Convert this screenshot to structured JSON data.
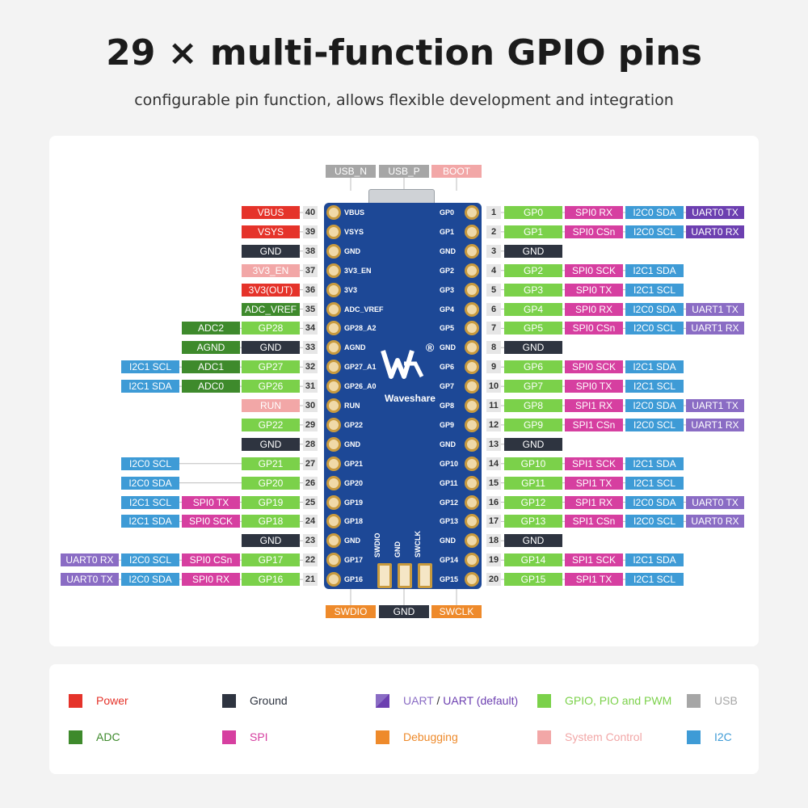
{
  "header": {
    "title": "29 × multi-function GPIO pins",
    "subtitle": "configurable pin function, allows flexible development and integration"
  },
  "colors": {
    "power": "#e5332a",
    "ground": "#2e3440",
    "uart": "#8a6cc4",
    "uart_default": "#6c3fb0",
    "gpio": "#7bd14a",
    "usb": "#a6a6a6",
    "adc": "#3e8a2c",
    "spi": "#d63fa0",
    "debug": "#ee8a2b",
    "system": "#f2a7a7",
    "i2c": "#3e9bd6"
  },
  "top_labels": [
    {
      "text": "USB_N",
      "type": "usb"
    },
    {
      "text": "USB_P",
      "type": "usb"
    },
    {
      "text": "BOOT",
      "type": "system"
    }
  ],
  "bottom_labels": [
    {
      "text": "SWDIO",
      "type": "debug"
    },
    {
      "text": "GND",
      "type": "ground"
    },
    {
      "text": "SWCLK",
      "type": "debug"
    }
  ],
  "board": {
    "brand": "Waveshare",
    "registered": "®",
    "debug_pad_labels": [
      "SWDIO",
      "GND",
      "SWCLK"
    ]
  },
  "left_pins": [
    {
      "num": "40",
      "name": "VBUS",
      "labels": [
        {
          "text": "VBUS",
          "type": "power"
        }
      ]
    },
    {
      "num": "39",
      "name": "VSYS",
      "labels": [
        {
          "text": "VSYS",
          "type": "power"
        }
      ]
    },
    {
      "num": "38",
      "name": "GND",
      "labels": [
        {
          "text": "GND",
          "type": "ground"
        }
      ]
    },
    {
      "num": "37",
      "name": "3V3_EN",
      "labels": [
        {
          "text": "3V3_EN",
          "type": "system"
        }
      ]
    },
    {
      "num": "36",
      "name": "3V3",
      "labels": [
        {
          "text": "3V3(OUT)",
          "type": "power"
        }
      ]
    },
    {
      "num": "35",
      "name": "ADC_VREF",
      "labels": [
        {
          "text": "ADC_VREF",
          "type": "adc"
        }
      ]
    },
    {
      "num": "34",
      "name": "GP28_A2",
      "labels": [
        {
          "text": "GP28",
          "type": "gpio"
        },
        {
          "text": "ADC2",
          "type": "adc"
        }
      ]
    },
    {
      "num": "33",
      "name": "AGND",
      "labels": [
        {
          "text": "GND",
          "type": "ground"
        },
        {
          "text": "AGND",
          "type": "adc"
        }
      ]
    },
    {
      "num": "32",
      "name": "GP27_A1",
      "labels": [
        {
          "text": "GP27",
          "type": "gpio"
        },
        {
          "text": "ADC1",
          "type": "adc"
        },
        {
          "text": "I2C1 SCL",
          "type": "i2c"
        }
      ]
    },
    {
      "num": "31",
      "name": "GP26_A0",
      "labels": [
        {
          "text": "GP26",
          "type": "gpio"
        },
        {
          "text": "ADC0",
          "type": "adc"
        },
        {
          "text": "I2C1 SDA",
          "type": "i2c"
        }
      ]
    },
    {
      "num": "30",
      "name": "RUN",
      "labels": [
        {
          "text": "RUN",
          "type": "system"
        }
      ]
    },
    {
      "num": "29",
      "name": "GP22",
      "labels": [
        {
          "text": "GP22",
          "type": "gpio"
        }
      ]
    },
    {
      "num": "28",
      "name": "GND",
      "labels": [
        {
          "text": "GND",
          "type": "ground"
        }
      ]
    },
    {
      "num": "27",
      "name": "GP21",
      "labels": [
        {
          "text": "GP21",
          "type": "gpio"
        },
        {
          "text": "I2C0 SCL",
          "type": "i2c",
          "skip": true
        }
      ]
    },
    {
      "num": "26",
      "name": "GP20",
      "labels": [
        {
          "text": "GP20",
          "type": "gpio"
        },
        {
          "text": "I2C0 SDA",
          "type": "i2c",
          "skip": true
        }
      ]
    },
    {
      "num": "25",
      "name": "GP19",
      "labels": [
        {
          "text": "GP19",
          "type": "gpio"
        },
        {
          "text": "SPI0 TX",
          "type": "spi"
        },
        {
          "text": "I2C1 SCL",
          "type": "i2c"
        }
      ]
    },
    {
      "num": "24",
      "name": "GP18",
      "labels": [
        {
          "text": "GP18",
          "type": "gpio"
        },
        {
          "text": "SPI0 SCK",
          "type": "spi"
        },
        {
          "text": "I2C1 SDA",
          "type": "i2c"
        }
      ]
    },
    {
      "num": "23",
      "name": "GND",
      "labels": [
        {
          "text": "GND",
          "type": "ground"
        }
      ]
    },
    {
      "num": "22",
      "name": "GP17",
      "labels": [
        {
          "text": "GP17",
          "type": "gpio"
        },
        {
          "text": "SPI0 CSn",
          "type": "spi"
        },
        {
          "text": "I2C0 SCL",
          "type": "i2c"
        },
        {
          "text": "UART0 RX",
          "type": "uart"
        }
      ]
    },
    {
      "num": "21",
      "name": "GP16",
      "labels": [
        {
          "text": "GP16",
          "type": "gpio"
        },
        {
          "text": "SPI0 RX",
          "type": "spi"
        },
        {
          "text": "I2C0 SDA",
          "type": "i2c"
        },
        {
          "text": "UART0 TX",
          "type": "uart"
        }
      ]
    }
  ],
  "right_pins": [
    {
      "num": "1",
      "name": "GP0",
      "labels": [
        {
          "text": "GP0",
          "type": "gpio"
        },
        {
          "text": "SPI0 RX",
          "type": "spi"
        },
        {
          "text": "I2C0 SDA",
          "type": "i2c"
        },
        {
          "text": "UART0 TX",
          "type": "uart_default"
        }
      ]
    },
    {
      "num": "2",
      "name": "GP1",
      "labels": [
        {
          "text": "GP1",
          "type": "gpio"
        },
        {
          "text": "SPI0 CSn",
          "type": "spi"
        },
        {
          "text": "I2C0 SCL",
          "type": "i2c"
        },
        {
          "text": "UART0 RX",
          "type": "uart_default"
        }
      ]
    },
    {
      "num": "3",
      "name": "GND",
      "labels": [
        {
          "text": "GND",
          "type": "ground"
        }
      ]
    },
    {
      "num": "4",
      "name": "GP2",
      "labels": [
        {
          "text": "GP2",
          "type": "gpio"
        },
        {
          "text": "SPI0 SCK",
          "type": "spi"
        },
        {
          "text": "I2C1 SDA",
          "type": "i2c"
        }
      ]
    },
    {
      "num": "5",
      "name": "GP3",
      "labels": [
        {
          "text": "GP3",
          "type": "gpio"
        },
        {
          "text": "SPI0 TX",
          "type": "spi"
        },
        {
          "text": "I2C1 SCL",
          "type": "i2c"
        }
      ]
    },
    {
      "num": "6",
      "name": "GP4",
      "labels": [
        {
          "text": "GP4",
          "type": "gpio"
        },
        {
          "text": "SPI0 RX",
          "type": "spi"
        },
        {
          "text": "I2C0 SDA",
          "type": "i2c"
        },
        {
          "text": "UART1 TX",
          "type": "uart"
        }
      ]
    },
    {
      "num": "7",
      "name": "GP5",
      "labels": [
        {
          "text": "GP5",
          "type": "gpio"
        },
        {
          "text": "SPI0 CSn",
          "type": "spi"
        },
        {
          "text": "I2C0 SCL",
          "type": "i2c"
        },
        {
          "text": "UART1 RX",
          "type": "uart"
        }
      ]
    },
    {
      "num": "8",
      "name": "GND",
      "labels": [
        {
          "text": "GND",
          "type": "ground"
        }
      ]
    },
    {
      "num": "9",
      "name": "GP6",
      "labels": [
        {
          "text": "GP6",
          "type": "gpio"
        },
        {
          "text": "SPI0 SCK",
          "type": "spi"
        },
        {
          "text": "I2C1 SDA",
          "type": "i2c"
        }
      ]
    },
    {
      "num": "10",
      "name": "GP7",
      "labels": [
        {
          "text": "GP7",
          "type": "gpio"
        },
        {
          "text": "SPI0 TX",
          "type": "spi"
        },
        {
          "text": "I2C1 SCL",
          "type": "i2c"
        }
      ]
    },
    {
      "num": "11",
      "name": "GP8",
      "labels": [
        {
          "text": "GP8",
          "type": "gpio"
        },
        {
          "text": "SPI1 RX",
          "type": "spi"
        },
        {
          "text": "I2C0 SDA",
          "type": "i2c"
        },
        {
          "text": "UART1 TX",
          "type": "uart"
        }
      ]
    },
    {
      "num": "12",
      "name": "GP9",
      "labels": [
        {
          "text": "GP9",
          "type": "gpio"
        },
        {
          "text": "SPI1 CSn",
          "type": "spi"
        },
        {
          "text": "I2C0 SCL",
          "type": "i2c"
        },
        {
          "text": "UART1 RX",
          "type": "uart"
        }
      ]
    },
    {
      "num": "13",
      "name": "GND",
      "labels": [
        {
          "text": "GND",
          "type": "ground"
        }
      ]
    },
    {
      "num": "14",
      "name": "GP10",
      "labels": [
        {
          "text": "GP10",
          "type": "gpio"
        },
        {
          "text": "SPI1 SCK",
          "type": "spi"
        },
        {
          "text": "I2C1 SDA",
          "type": "i2c"
        }
      ]
    },
    {
      "num": "15",
      "name": "GP11",
      "labels": [
        {
          "text": "GP11",
          "type": "gpio"
        },
        {
          "text": "SPI1 TX",
          "type": "spi"
        },
        {
          "text": "I2C1 SCL",
          "type": "i2c"
        }
      ]
    },
    {
      "num": "16",
      "name": "GP12",
      "labels": [
        {
          "text": "GP12",
          "type": "gpio"
        },
        {
          "text": "SPI1 RX",
          "type": "spi"
        },
        {
          "text": "I2C0 SDA",
          "type": "i2c"
        },
        {
          "text": "UART0 TX",
          "type": "uart"
        }
      ]
    },
    {
      "num": "17",
      "name": "GP13",
      "labels": [
        {
          "text": "GP13",
          "type": "gpio"
        },
        {
          "text": "SPI1 CSn",
          "type": "spi"
        },
        {
          "text": "I2C0 SCL",
          "type": "i2c"
        },
        {
          "text": "UART0 RX",
          "type": "uart"
        }
      ]
    },
    {
      "num": "18",
      "name": "GND",
      "labels": [
        {
          "text": "GND",
          "type": "ground"
        }
      ]
    },
    {
      "num": "19",
      "name": "GP14",
      "labels": [
        {
          "text": "GP14",
          "type": "gpio"
        },
        {
          "text": "SPI1 SCK",
          "type": "spi"
        },
        {
          "text": "I2C1 SDA",
          "type": "i2c"
        }
      ]
    },
    {
      "num": "20",
      "name": "GP15",
      "labels": [
        {
          "text": "GP15",
          "type": "gpio"
        },
        {
          "text": "SPI1 TX",
          "type": "spi"
        },
        {
          "text": "I2C1 SCL",
          "type": "i2c"
        }
      ]
    }
  ],
  "legend": [
    {
      "text": "Power",
      "type": "power"
    },
    {
      "text": "Ground",
      "type": "ground"
    },
    {
      "text": "UART",
      "text2": " / ",
      "text3": "UART (default)",
      "type": "uart"
    },
    {
      "text": "GPIO, PIO and PWM",
      "type": "gpio"
    },
    {
      "text": "USB",
      "type": "usb"
    },
    {
      "text": "ADC",
      "type": "adc"
    },
    {
      "text": "SPI",
      "type": "spi"
    },
    {
      "text": "Debugging",
      "type": "debug"
    },
    {
      "text": "System Control",
      "type": "system"
    },
    {
      "text": "I2C",
      "type": "i2c"
    }
  ]
}
